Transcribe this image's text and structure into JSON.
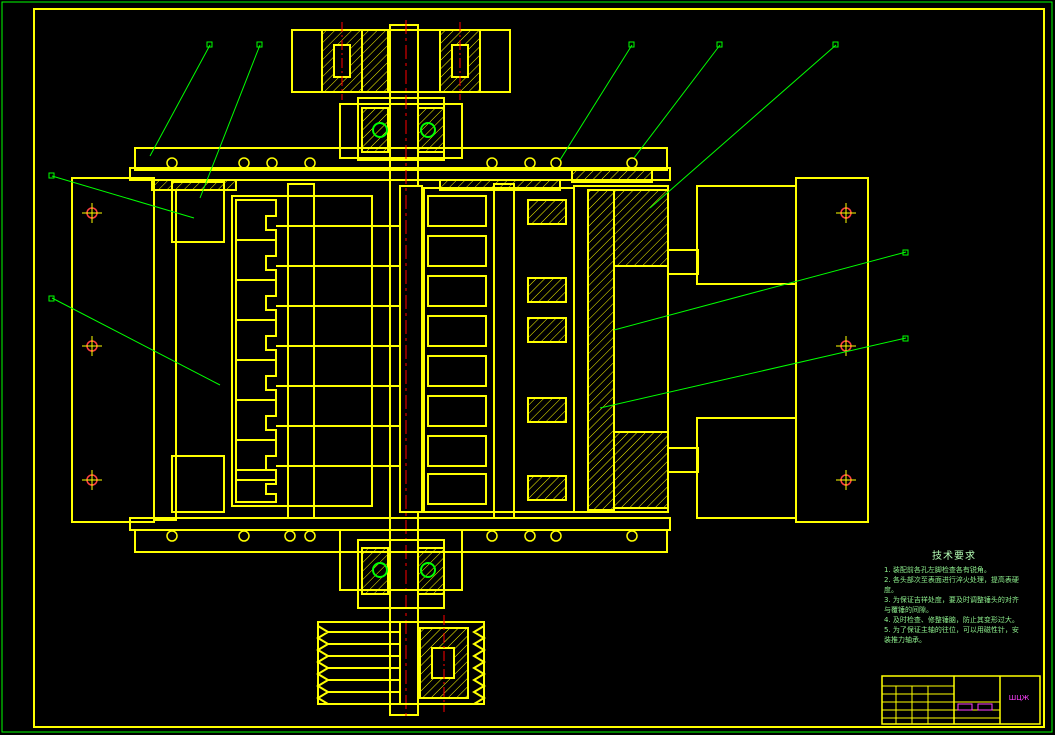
{
  "drawing": {
    "colors": {
      "outline": "#ffff00",
      "leader": "#00ff00",
      "centerline": "#ff0000",
      "background": "#000000",
      "annotation": "#9bff9b"
    }
  },
  "notes": {
    "title": "技术要求",
    "items": [
      "1. 装配前各孔左脚检查各有锐角。",
      "2. 各头部次至表面进行淬火处理，提高表硬度。",
      "3. 为保证吉祥处度，要及时调整锤头的对齐与覆锤的间隙。",
      "4. 及时检查、修整锤脑，防止其变形过大。",
      "5. 为了保证主轴的往位，可以用磁性针，安装推力轴承。"
    ]
  },
  "title_block": {
    "code": "ШЦЖ"
  }
}
